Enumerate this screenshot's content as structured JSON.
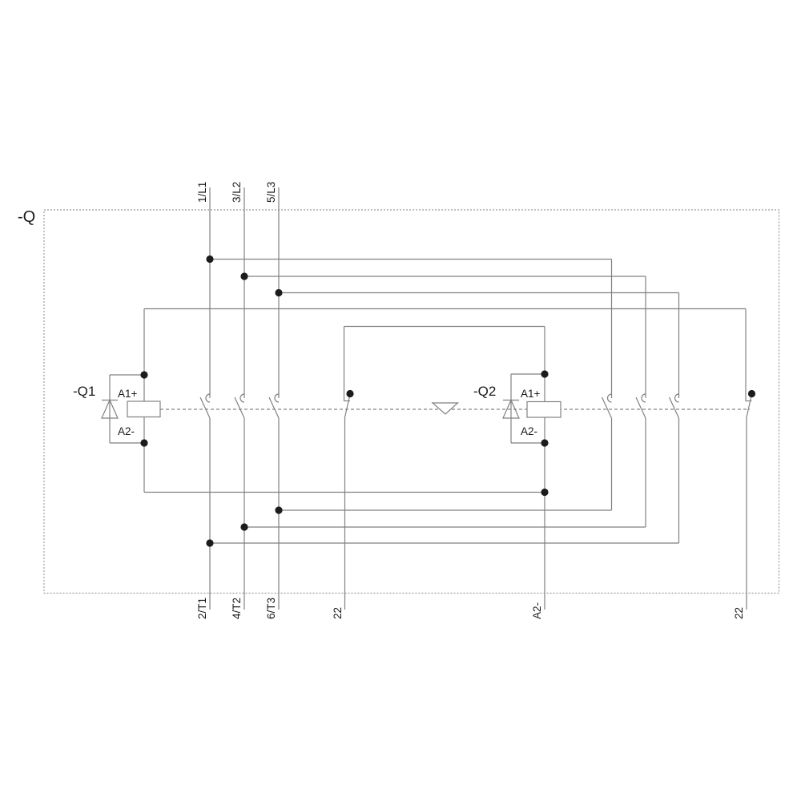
{
  "diagram": {
    "title": "reversing-contactor-wiring-schematic",
    "enclosure_label": "-Q",
    "top_terminals": [
      "1/L1",
      "3/L2",
      "5/L3"
    ],
    "bottom_terminals": [
      "2/T1",
      "4/T2",
      "6/T3",
      "22",
      "A2-",
      "22"
    ],
    "contactors": [
      {
        "label": "-Q1",
        "coil_top": "A1+",
        "coil_bottom": "A2-"
      },
      {
        "label": "-Q2",
        "coil_top": "A1+",
        "coil_bottom": "A2-"
      }
    ],
    "colors": {
      "background": "#ffffff",
      "wire": "#818181",
      "dot": "#1c1c1c",
      "text": "#1a1a1a",
      "enclosure_dash": "#9b9b9b",
      "linkage_dash": "#666666"
    }
  }
}
